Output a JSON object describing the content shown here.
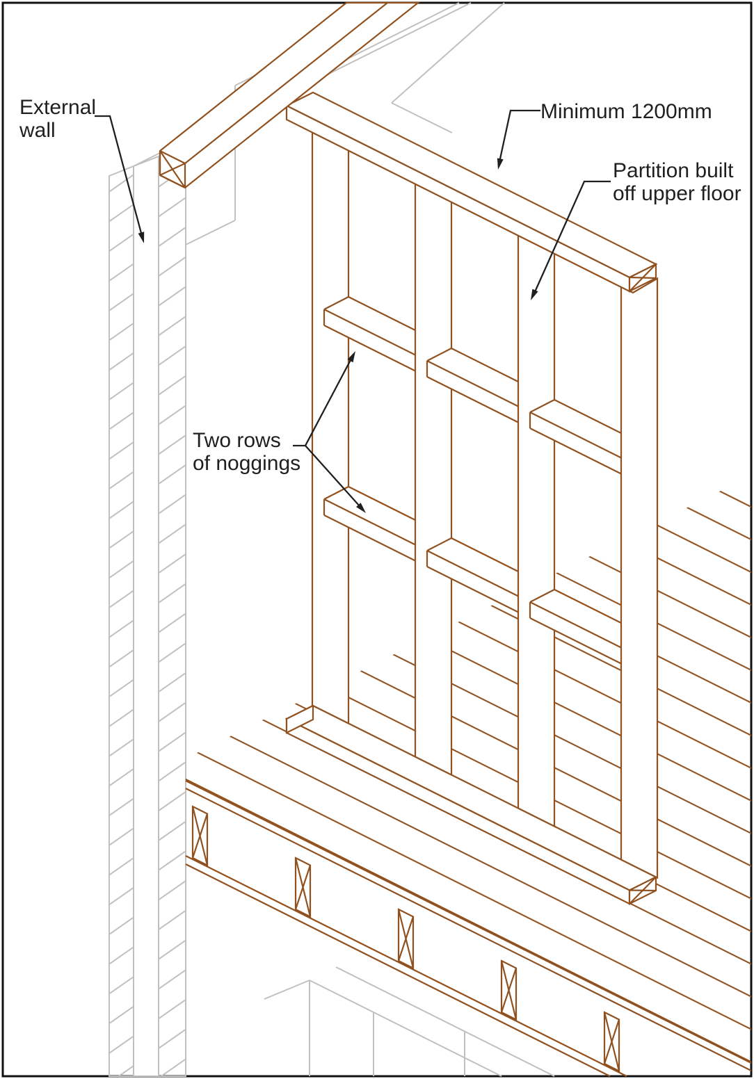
{
  "figure": {
    "type": "isometric-construction-diagram",
    "subject": "Partition built off upper floor with two rows of noggings beside an external wall",
    "labels": {
      "external_wall": {
        "line1": "External",
        "line2": "wall"
      },
      "minimum_width": {
        "line1": "Minimum 1200mm"
      },
      "partition": {
        "line1": "Partition built",
        "line2": "off upper floor"
      },
      "noggings": {
        "line1": "Two rows",
        "line2": "of noggings"
      }
    },
    "colors": {
      "timber": "#91511f",
      "existing_structure": "#c0c0c0",
      "annotation": "#1f1f1f",
      "background": "#ffffff"
    }
  }
}
